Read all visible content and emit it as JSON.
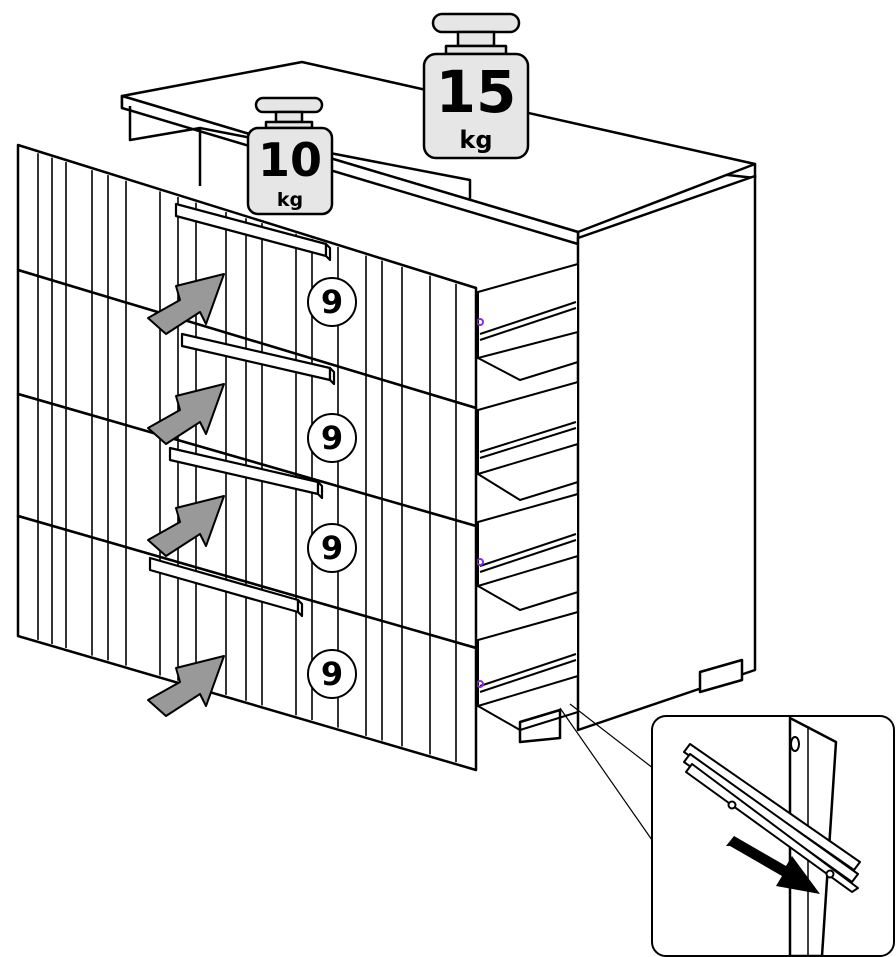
{
  "weights": {
    "top": {
      "value": "15",
      "unit": "kg"
    },
    "drawer": {
      "value": "10",
      "unit": "kg"
    }
  },
  "part_labels": [
    "9",
    "9",
    "9",
    "9"
  ],
  "colors": {
    "line": "#000000",
    "arrow_fill": "#999999",
    "weight_fill": "#e6e6e6",
    "screw_accent": "#8a2be2"
  },
  "icons": {
    "weight": "weight-icon",
    "push_arrow": "push-arrow-icon",
    "pull_arrow": "pull-arrow-icon"
  }
}
